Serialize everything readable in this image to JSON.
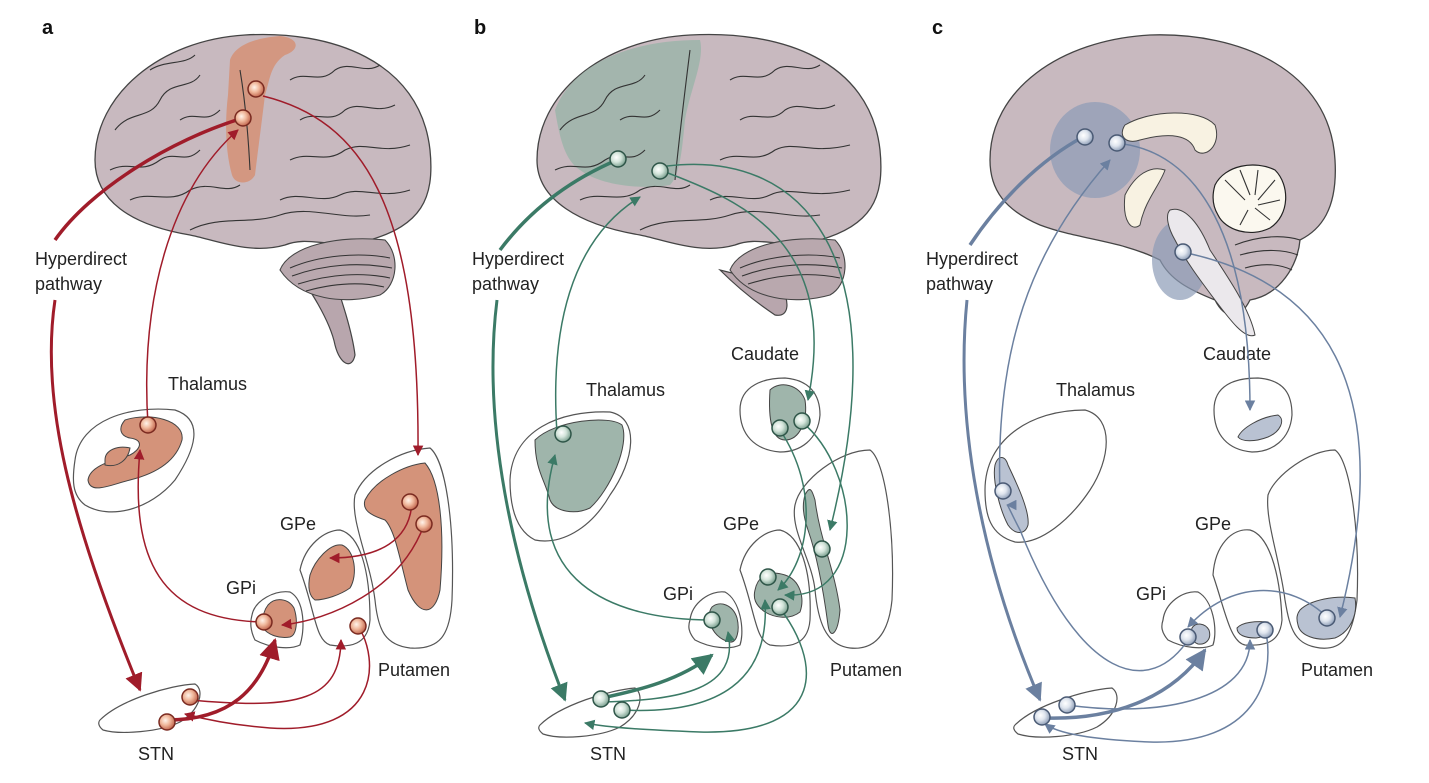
{
  "figure": {
    "description": "Cortico-basal ganglia circuits: motor (a), associative (b), limbic (c)",
    "colors": {
      "motor": "#a01c2a",
      "motor_fill": "#d4937a",
      "associative": "#3b7a66",
      "associative_fill": "#9fb5ab",
      "limbic": "#6b80a0",
      "limbic_fill": "#b9c2d2",
      "brain": "#c8b9bf"
    },
    "panels": [
      {
        "letter": "a",
        "hyperdirect": [
          "Hyperdirect",
          "pathway"
        ],
        "labels": {
          "thalamus": "Thalamus",
          "gpe": "GPe",
          "gpi": "GPi",
          "putamen": "Putamen",
          "stn": "STN"
        }
      },
      {
        "letter": "b",
        "hyperdirect": [
          "Hyperdirect",
          "pathway"
        ],
        "labels": {
          "caudate": "Caudate",
          "thalamus": "Thalamus",
          "gpe": "GPe",
          "gpi": "GPi",
          "putamen": "Putamen",
          "stn": "STN"
        }
      },
      {
        "letter": "c",
        "hyperdirect": [
          "Hyperdirect",
          "pathway"
        ],
        "labels": {
          "caudate": "Caudate",
          "thalamus": "Thalamus",
          "gpe": "GPe",
          "gpi": "GPi",
          "putamen": "Putamen",
          "stn": "STN"
        }
      }
    ]
  }
}
